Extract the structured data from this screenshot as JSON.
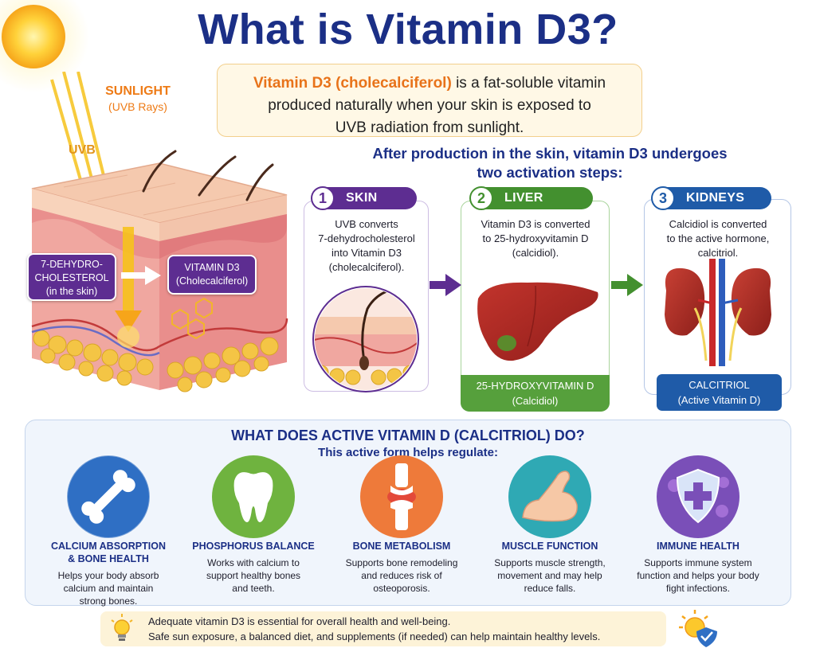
{
  "title": "What is Vitamin D3?",
  "sun": {
    "label": "SUNLIGHT",
    "sublabel": "(UVB Rays)",
    "uvb": "UVB"
  },
  "intro": {
    "highlight": "Vitamin D3 (cholecalciferol)",
    "rest_line1": " is a fat-soluble vitamin",
    "line2": "produced naturally when your skin is exposed to",
    "line3": "UVB radiation from sunlight."
  },
  "steps_heading": {
    "line1": "After production in the skin, vitamin D3 undergoes",
    "line2": "two activation steps:"
  },
  "skin_diagram": {
    "precursor_line1": "7-DEHYDRO-",
    "precursor_line2": "CHOLESTEROL",
    "precursor_line3": "(in the skin)",
    "product_line1": "VITAMIN D3",
    "product_line2": "(Cholecalciferol)"
  },
  "steps": [
    {
      "number": "1",
      "name": "SKIN",
      "color": "#5d2d91",
      "text_lines": [
        "UVB converts",
        "7-dehydrocholesterol",
        "into Vitamin D3",
        "(cholecalciferol)."
      ]
    },
    {
      "number": "2",
      "name": "LIVER",
      "color": "#43902f",
      "text_lines": [
        "Vitamin D3 is converted",
        "to 25-hydroxyvitamin D",
        "(calcidiol)."
      ],
      "result_line1": "25-HYDROXYVITAMIN D",
      "result_line2": "(Calcidiol)"
    },
    {
      "number": "3",
      "name": "KIDNEYS",
      "color": "#1f5ba8",
      "text_lines": [
        "Calcidiol is converted",
        "to the active hormone,",
        "calcitriol."
      ],
      "result_line1": "CALCITRIOL",
      "result_line2": "(Active Vitamin D)"
    }
  ],
  "benefits_panel": {
    "title": "WHAT DOES ACTIVE VITAMIN D (CALCITRIOL) DO?",
    "subtitle": "This active form helps regulate:",
    "items": [
      {
        "icon": "bone-icon",
        "title_lines": [
          "CALCIUM ABSORPTION",
          "& BONE HEALTH"
        ],
        "desc_lines": [
          "Helps your body absorb",
          "calcium and maintain",
          "strong bones."
        ]
      },
      {
        "icon": "tooth-icon",
        "title_lines": [
          "PHOSPHORUS BALANCE"
        ],
        "desc_lines": [
          "Works with calcium to",
          "support healthy bones",
          "and teeth."
        ]
      },
      {
        "icon": "knee-joint-icon",
        "title_lines": [
          "BONE METABOLISM"
        ],
        "desc_lines": [
          "Supports bone remodeling",
          "and reduces risk of",
          "osteoporosis."
        ]
      },
      {
        "icon": "flexed-arm-icon",
        "title_lines": [
          "MUSCLE FUNCTION"
        ],
        "desc_lines": [
          "Supports muscle strength,",
          "movement and may help",
          "reduce falls."
        ]
      },
      {
        "icon": "shield-cross-icon",
        "title_lines": [
          "IMMUNE HEALTH"
        ],
        "desc_lines": [
          "Supports immune system",
          "function and helps your body",
          "fight infections."
        ]
      }
    ]
  },
  "footer": {
    "line1": "Adequate vitamin D3 is essential for overall health and well-being.",
    "line2": "Safe sun exposure, a balanced diet, and supplements (if needed) can help maintain healthy levels."
  },
  "colors": {
    "title_navy": "#1b2f86",
    "accent_orange": "#e8731a",
    "skin_purple": "#5d2d91",
    "liver_green": "#43902f",
    "kidney_blue": "#1f5ba8"
  }
}
